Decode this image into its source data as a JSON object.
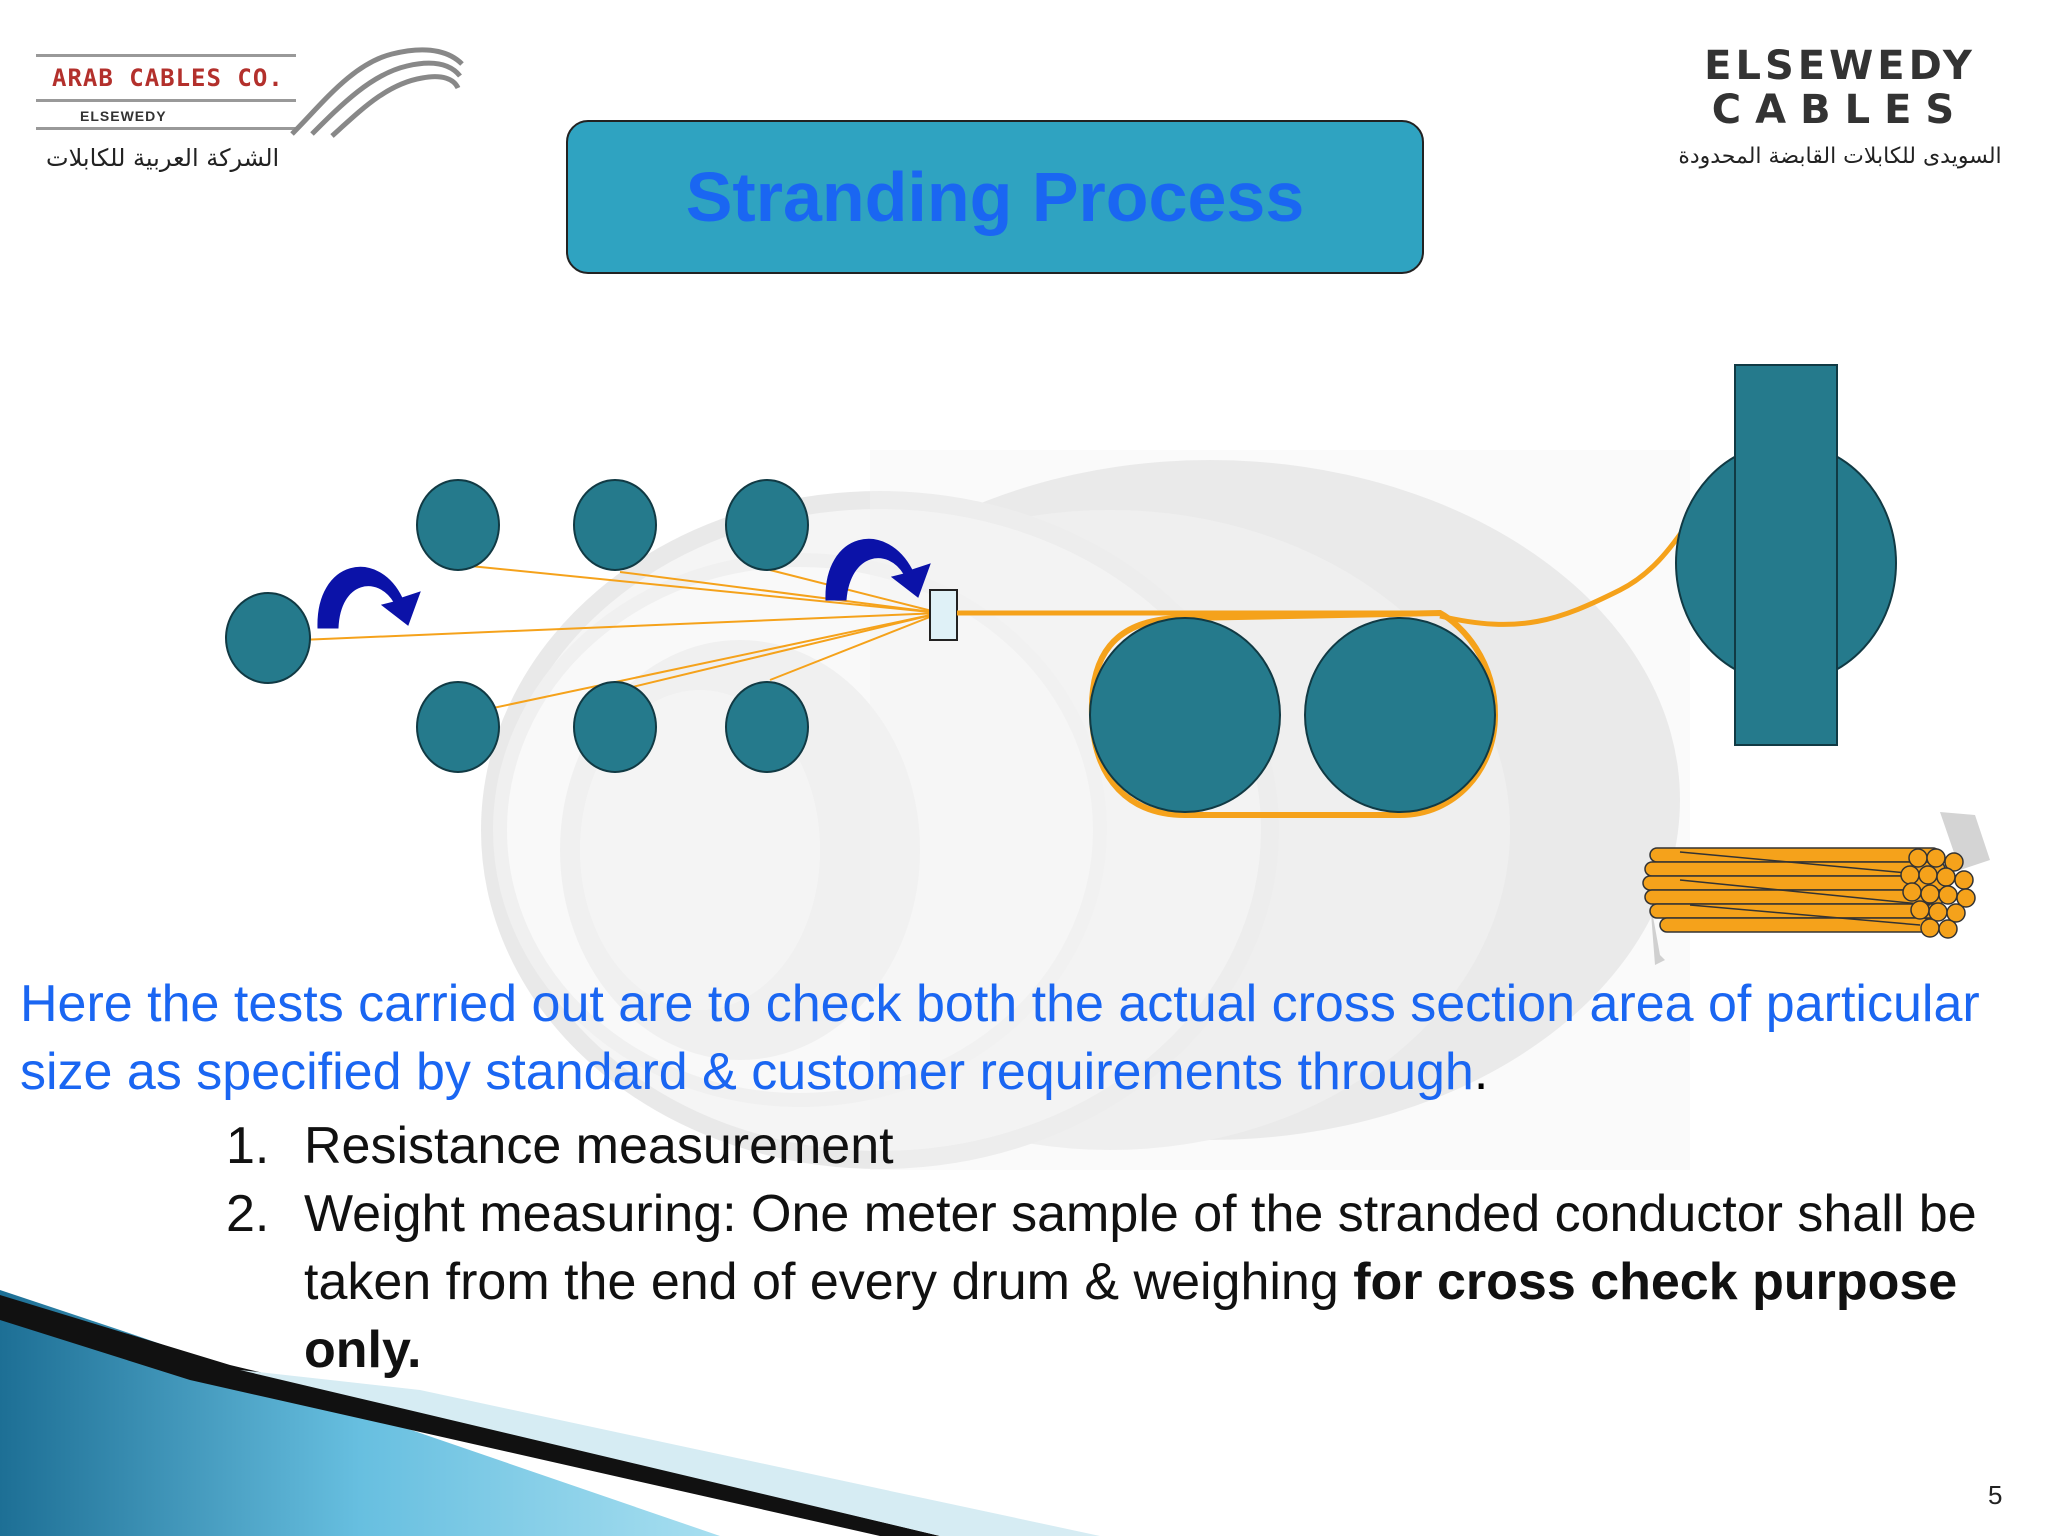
{
  "logos": {
    "left": {
      "name": "ARAB CABLES CO.",
      "sub": "ELSEWEDY",
      "arabic": "الشركة العربية للكابلات"
    },
    "right": {
      "line1": "ELSEWEDY",
      "line2": "CABLES",
      "arabic": "السويدى للكابلات القابضة المحدودة"
    }
  },
  "title": "Stranding Process",
  "intro": {
    "text": "Here the tests carried out are to check both the actual cross section area of particular size as specified by standard & customer requirements through",
    "period": "."
  },
  "list": [
    {
      "num": "1.",
      "text": "Resistance measurement",
      "bold_tail": ""
    },
    {
      "num": "2.",
      "text": "Weight measuring: One meter sample of the stranded conductor shall be taken from the end of every drum & weighing ",
      "bold_tail": "for cross check purpose only."
    }
  ],
  "page_number": "5",
  "colors": {
    "title_bg": "#2fa3c1",
    "title_text": "#1a66f2",
    "intro_text": "#1a66f2",
    "bobbin": "#257a8c",
    "wire": "#f5a21b",
    "arrow": "#0b12a8"
  }
}
